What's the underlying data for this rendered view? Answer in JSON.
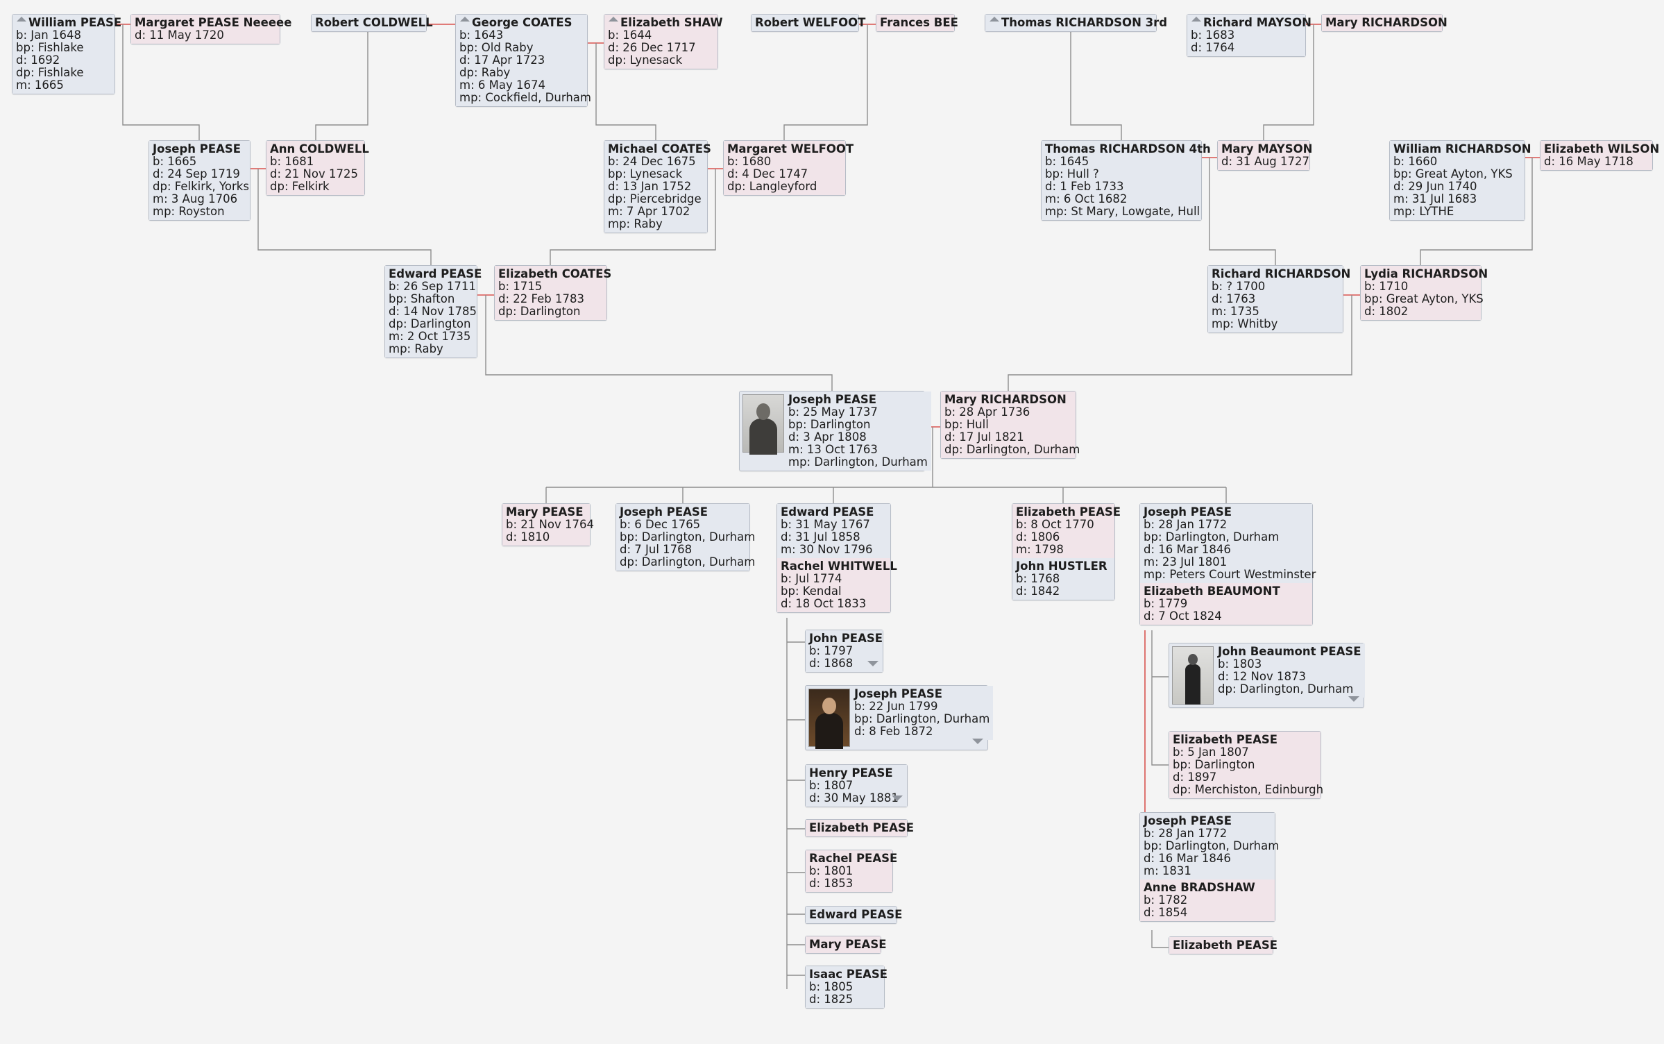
{
  "colors": {
    "male": "#e4e8ef",
    "female": "#f1e4e9",
    "connector": "#8d8d8d",
    "spouse_connector": "#d9534f",
    "background": "#f4f4f4"
  },
  "people": {
    "william_pease": {
      "name": "William PEASE",
      "lines": [
        "b: Jan 1648",
        "bp: Fishlake",
        "d: 1692",
        "dp: Fishlake",
        "m: 1665"
      ]
    },
    "margaret_pease_neeeee": {
      "name": "Margaret PEASE Neeeee",
      "lines": [
        "d: 11 May 1720"
      ]
    },
    "robert_coldwell": {
      "name": "Robert COLDWELL",
      "lines": []
    },
    "george_coates": {
      "name": "George COATES",
      "lines": [
        "b: 1643",
        "bp: Old Raby",
        "d: 17 Apr 1723",
        "dp: Raby",
        "m: 6 May 1674",
        "mp: Cockfield, Durham"
      ]
    },
    "elizabeth_shaw": {
      "name": "Elizabeth SHAW",
      "lines": [
        "b: 1644",
        "d: 26 Dec 1717",
        "dp: Lynesack"
      ]
    },
    "robert_welfoot": {
      "name": "Robert WELFOOT",
      "lines": []
    },
    "frances_bee": {
      "name": "Frances BEE",
      "lines": []
    },
    "thomas_richardson_3rd": {
      "name": "Thomas RICHARDSON 3rd",
      "lines": []
    },
    "richard_mayson": {
      "name": "Richard MAYSON",
      "lines": [
        "b: 1683",
        "d: 1764"
      ]
    },
    "mary_richardson_gp": {
      "name": "Mary RICHARDSON",
      "lines": []
    },
    "joseph_pease_1665": {
      "name": "Joseph PEASE",
      "lines": [
        "b: 1665",
        "d: 24 Sep 1719",
        "dp: Felkirk, Yorks",
        "m: 3 Aug 1706",
        "mp: Royston"
      ]
    },
    "ann_coldwell": {
      "name": "Ann COLDWELL",
      "lines": [
        "b: 1681",
        "d: 21 Nov 1725",
        "dp: Felkirk"
      ]
    },
    "michael_coates": {
      "name": "Michael COATES",
      "lines": [
        "b: 24 Dec 1675",
        "bp: Lynesack",
        "d: 13 Jan 1752",
        "dp: Piercebridge",
        "m: 7 Apr 1702",
        "mp: Raby"
      ]
    },
    "margaret_welfoot": {
      "name": "Margaret WELFOOT",
      "lines": [
        "b: 1680",
        "d: 4 Dec 1747",
        "dp: Langleyford"
      ]
    },
    "thomas_richardson_4th": {
      "name": "Thomas RICHARDSON 4th",
      "lines": [
        "b: 1645",
        "bp: Hull ?",
        "d: 1 Feb 1733",
        "m: 6 Oct 1682",
        "mp: St Mary, Lowgate, Hull"
      ]
    },
    "mary_mayson": {
      "name": "Mary MAYSON",
      "lines": [
        "d: 31 Aug 1727"
      ]
    },
    "william_richardson": {
      "name": "William RICHARDSON",
      "lines": [
        "b: 1660",
        "bp: Great Ayton, YKS",
        "d: 29 Jun 1740",
        "m: 31 Jul 1683",
        "mp: LYTHE"
      ]
    },
    "elizabeth_wilson": {
      "name": "Elizabeth WILSON",
      "lines": [
        "d: 16 May 1718"
      ]
    },
    "edward_pease_1711": {
      "name": "Edward PEASE",
      "lines": [
        "b: 26 Sep 1711",
        "bp: Shafton",
        "d: 14 Nov 1785",
        "dp: Darlington",
        "m: 2 Oct 1735",
        "mp: Raby"
      ]
    },
    "elizabeth_coates": {
      "name": "Elizabeth COATES",
      "lines": [
        "b: 1715",
        "d: 22 Feb 1783",
        "dp: Darlington"
      ]
    },
    "richard_richardson": {
      "name": "Richard RICHARDSON",
      "lines": [
        "b: ? 1700",
        "d: 1763",
        "m: 1735",
        "mp: Whitby"
      ]
    },
    "lydia_richardson": {
      "name": "Lydia RICHARDSON",
      "lines": [
        "b: 1710",
        "bp: Great Ayton, YKS",
        "d: 1802"
      ]
    },
    "joseph_pease_1737": {
      "name": "Joseph PEASE",
      "lines": [
        "b: 25 May 1737",
        "bp: Darlington",
        "d: 3 Apr 1808",
        "m: 13 Oct 1763",
        "mp: Darlington, Durham"
      ]
    },
    "mary_richardson_1736": {
      "name": "Mary RICHARDSON",
      "lines": [
        "b: 28 Apr 1736",
        "bp: Hull",
        "d: 17 Jul 1821",
        "dp: Darlington, Durham"
      ]
    },
    "mary_pease_1764": {
      "name": "Mary PEASE",
      "lines": [
        "b: 21 Nov 1764",
        "d: 1810"
      ]
    },
    "joseph_pease_1765": {
      "name": "Joseph PEASE",
      "lines": [
        "b: 6 Dec 1765",
        "bp: Darlington, Durham",
        "d: 7 Jul 1768",
        "dp: Darlington, Durham"
      ]
    },
    "edward_pease_1767": {
      "name": "Edward PEASE",
      "lines": [
        "b: 31 May 1767",
        "d: 31 Jul 1858",
        "m: 30 Nov 1796"
      ]
    },
    "rachel_whitwell": {
      "name": "Rachel WHITWELL",
      "lines": [
        "b: Jul 1774",
        "bp: Kendal",
        "d: 18 Oct 1833"
      ]
    },
    "elizabeth_pease_1770": {
      "name": "Elizabeth PEASE",
      "lines": [
        "b: 8 Oct 1770",
        "d: 1806",
        "m: 1798"
      ]
    },
    "john_hustler": {
      "name": "John HUSTLER",
      "lines": [
        "b: 1768",
        "d: 1842"
      ]
    },
    "joseph_pease_1772": {
      "name": "Joseph PEASE",
      "lines": [
        "b: 28 Jan 1772",
        "bp: Darlington, Durham",
        "d: 16 Mar 1846",
        "m: 23 Jul 1801",
        "mp: Peters Court Westminster"
      ]
    },
    "elizabeth_beaumont": {
      "name": "Elizabeth BEAUMONT",
      "lines": [
        "b: 1779",
        "d: 7 Oct 1824"
      ]
    },
    "john_pease_1797": {
      "name": "John PEASE",
      "lines": [
        "b: 1797",
        "d: 1868"
      ]
    },
    "joseph_pease_1799": {
      "name": "Joseph PEASE",
      "lines": [
        "b: 22 Jun 1799",
        "bp: Darlington, Durham",
        "d: 8 Feb 1872"
      ]
    },
    "henry_pease": {
      "name": "Henry PEASE",
      "lines": [
        "b: 1807",
        "d: 30 May 1881"
      ]
    },
    "elizabeth_pease_c1": {
      "name": "Elizabeth PEASE",
      "lines": []
    },
    "rachel_pease": {
      "name": "Rachel PEASE",
      "lines": [
        "b: 1801",
        "d: 1853"
      ]
    },
    "edward_pease_c": {
      "name": "Edward PEASE",
      "lines": []
    },
    "mary_pease_c": {
      "name": "Mary PEASE",
      "lines": []
    },
    "isaac_pease": {
      "name": "Isaac PEASE",
      "lines": [
        "b: 1805",
        "d: 1825"
      ]
    },
    "john_beaumont_pease": {
      "name": "John Beaumont PEASE",
      "lines": [
        "b: 1803",
        "d: 12 Nov 1873",
        "dp: Darlington, Durham"
      ]
    },
    "elizabeth_pease_1807": {
      "name": "Elizabeth PEASE",
      "lines": [
        "b: 5 Jan 1807",
        "bp: Darlington",
        "d: 1897",
        "dp: Merchiston, Edinburgh"
      ]
    },
    "joseph_pease_1772b": {
      "name": "Joseph PEASE",
      "lines": [
        "b: 28 Jan 1772",
        "bp: Darlington, Durham",
        "d: 16 Mar 1846",
        "m: 1831"
      ]
    },
    "anne_bradshaw": {
      "name": "Anne BRADSHAW",
      "lines": [
        "b: 1782",
        "d: 1854"
      ]
    },
    "elizabeth_pease_c2": {
      "name": "Elizabeth PEASE",
      "lines": []
    }
  }
}
